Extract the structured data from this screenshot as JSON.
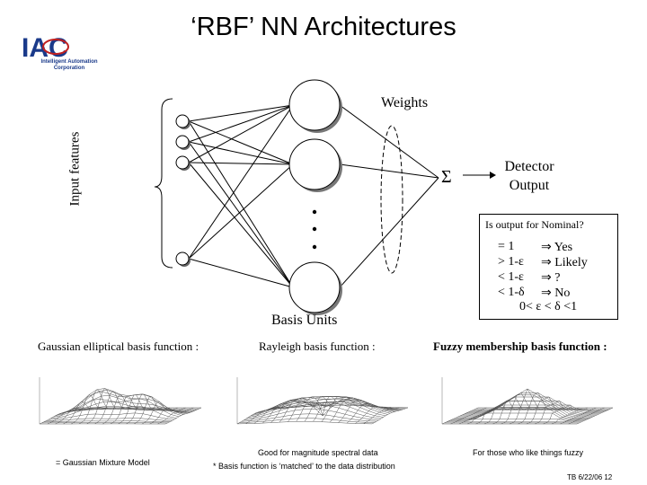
{
  "slide": {
    "title": "‘RBF’ NN Architectures",
    "logo": {
      "text": "IAC",
      "line1": "Intelligent Automation",
      "line2": "Corporation",
      "color": "#1a3a8a"
    },
    "diagram": {
      "weights_label": "Weights",
      "input_label": "Input features",
      "sigma": "Σ",
      "detector_label": [
        "Detector",
        "Output"
      ],
      "basis_units_label": "Basis Units",
      "ellipsis": "• • •"
    },
    "output_box": {
      "question": "Is output for Nominal?",
      "rows": [
        {
          "cond": "= 1",
          "result": "⇒ Yes"
        },
        {
          "cond": "> 1-ε",
          "result": "⇒ Likely"
        },
        {
          "cond": "< 1-ε",
          "result": "⇒ ?"
        },
        {
          "cond": "< 1-δ",
          "result": "⇒ No"
        }
      ],
      "constraint": "0< ε < δ <1"
    },
    "functions": [
      {
        "label": "Gaussian elliptical basis function :",
        "caption": "= Gaussian Mixture Model"
      },
      {
        "label": "Rayleigh basis function :",
        "caption": "Good for magnitude spectral data"
      },
      {
        "label": "Fuzzy membership basis function :",
        "caption": "For those who like things fuzzy"
      }
    ],
    "note": "* Basis function is ‘matched’ to the data distribution",
    "footer": "TB 6/22/06   12"
  }
}
